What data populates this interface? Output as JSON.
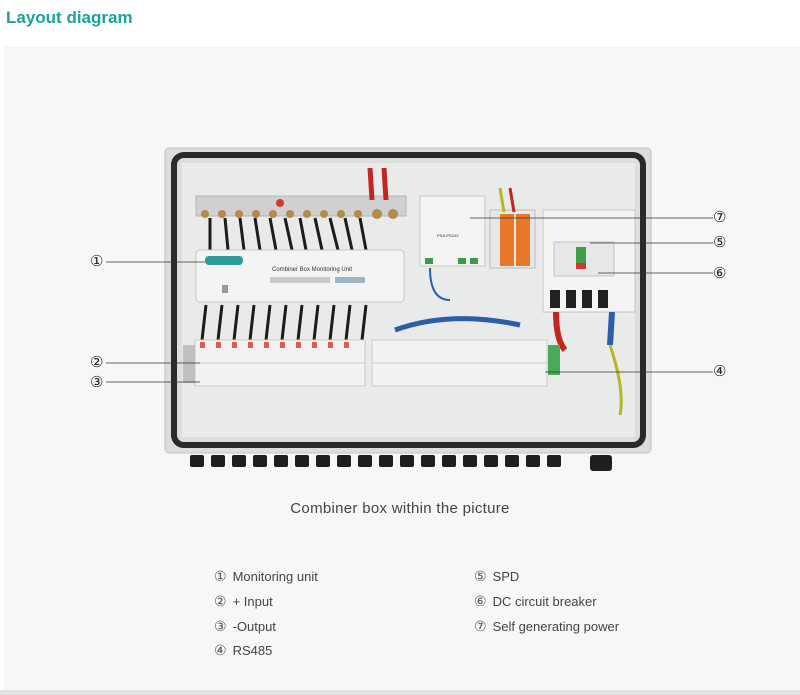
{
  "header": {
    "title": "Layout diagram"
  },
  "figure": {
    "caption": "Combiner box within the picture",
    "device_label": "Combiner Box Monitoring Unit",
    "psu_label": "PSA-PS24V",
    "callouts": [
      {
        "num": "①"
      },
      {
        "num": "②"
      },
      {
        "num": "③"
      },
      {
        "num": "④"
      },
      {
        "num": "⑤"
      },
      {
        "num": "⑥"
      },
      {
        "num": "⑦"
      }
    ]
  },
  "legend": {
    "left": [
      {
        "num": "①",
        "label": "Monitoring unit"
      },
      {
        "num": "②",
        "label": "+ Input"
      },
      {
        "num": "③",
        "label": "-Output"
      },
      {
        "num": "④",
        "label": "RS485"
      }
    ],
    "right": [
      {
        "num": "⑤",
        "label": "SPD"
      },
      {
        "num": "⑥",
        "label": "DC circuit breaker"
      },
      {
        "num": "⑦",
        "label": "Self generating power"
      }
    ]
  },
  "colors": {
    "accent": "#1ba39c",
    "box_gray": "#d9dadb",
    "spd_orange": "#e8772a"
  }
}
